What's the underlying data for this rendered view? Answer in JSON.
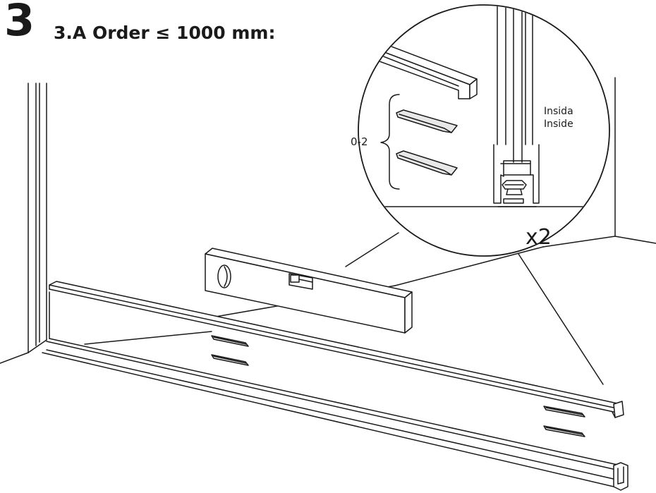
{
  "step": {
    "number": "3",
    "title": "3.A Order ≤ 1000 mm:"
  },
  "detail": {
    "shim_range_label": "0-2",
    "side_label_line1": "Insida",
    "side_label_line2": "Inside",
    "quantity_label": "x2"
  },
  "colors": {
    "line": "#1a1a1a",
    "background": "#ffffff",
    "shim_fill": "#e8e8e8"
  }
}
